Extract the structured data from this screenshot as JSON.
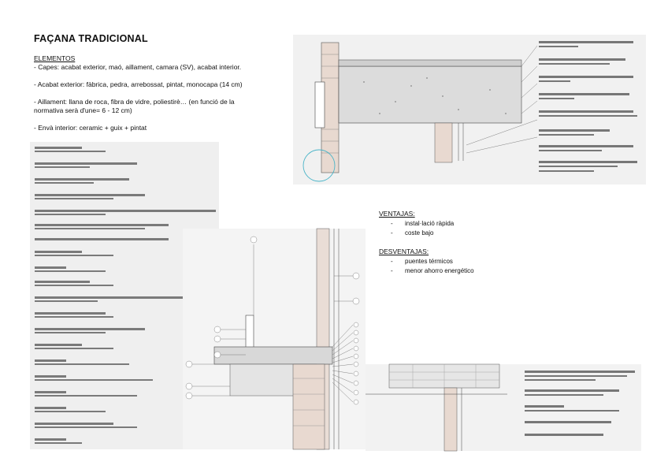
{
  "title": "FAÇANA TRADICIONAL",
  "elements": {
    "heading": "ELEMENTOS",
    "lines": [
      "- Capes: acabat exterior, maó, aillament, camara (SV), acabat interior.",
      "- Acabat exterior: fàbrica, pedra, arrebossat, pintat, monocapa (14 cm)",
      "- Aillament: llana de roca, fibra de vidre, poliestirè… (en funció de la normativa serà d'une= 6 - 12 cm)",
      "- Envà interior: ceramic + guix + pintat"
    ]
  },
  "ventajas": {
    "heading": "VENTAJAS:",
    "items": [
      "instal·lació ràpida",
      "coste bajo"
    ]
  },
  "desventajas": {
    "heading": "DESVENTAJAS:",
    "items": [
      "puentes térmicos",
      "menor ahorro energético"
    ]
  }
}
